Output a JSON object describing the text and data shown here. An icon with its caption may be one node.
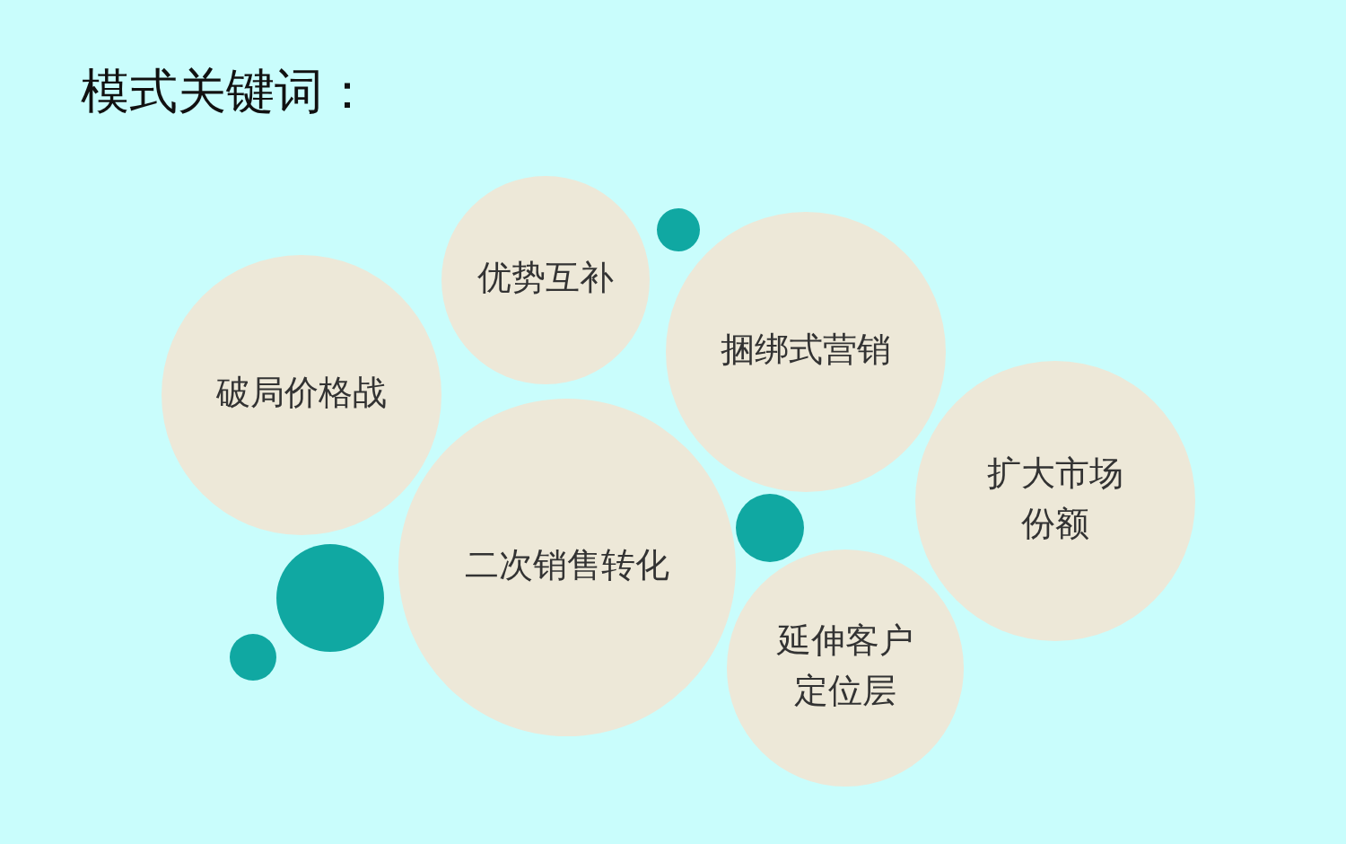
{
  "diagram": {
    "title": "模式关键词：",
    "nodes": [
      {
        "text": [
          "优势互补"
        ]
      },
      {
        "text": [
          "捆绑式营销"
        ]
      },
      {
        "text": [
          "破局价格战"
        ]
      },
      {
        "text": [
          "扩大市场份额"
        ]
      },
      {
        "text": [
          "二次销售转化"
        ]
      },
      {
        "text": [
          "延伸客户定位层"
        ]
      },
      {
        "text": [],
        "shape": "circle"
      },
      {
        "text": [],
        "shape": "circle"
      },
      {
        "text": [],
        "shape": "circle"
      },
      {
        "text": [],
        "shape": "circle"
      }
    ],
    "edges": []
  }
}
